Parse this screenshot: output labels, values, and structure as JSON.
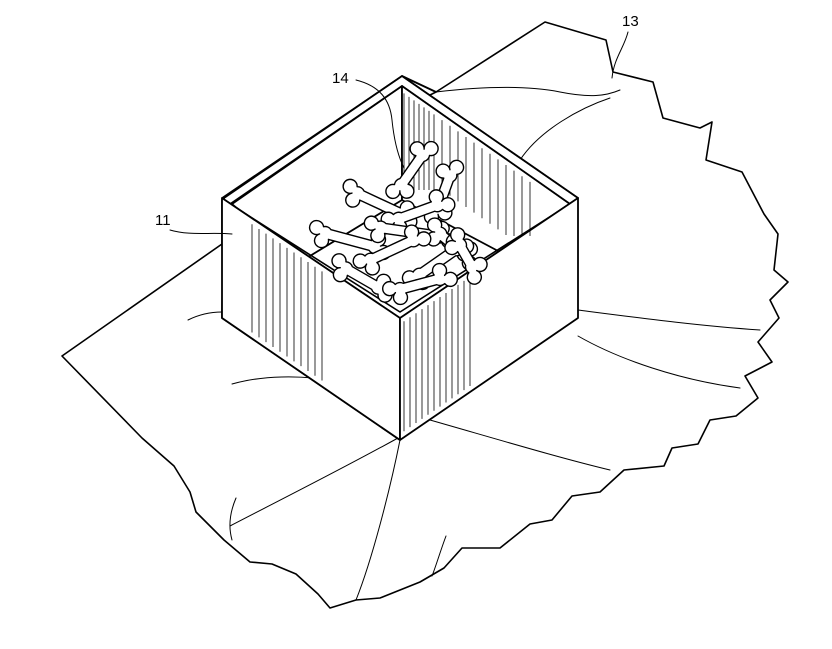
{
  "references": {
    "box": "11",
    "wrapping_sheet": "13",
    "treats": "14"
  }
}
